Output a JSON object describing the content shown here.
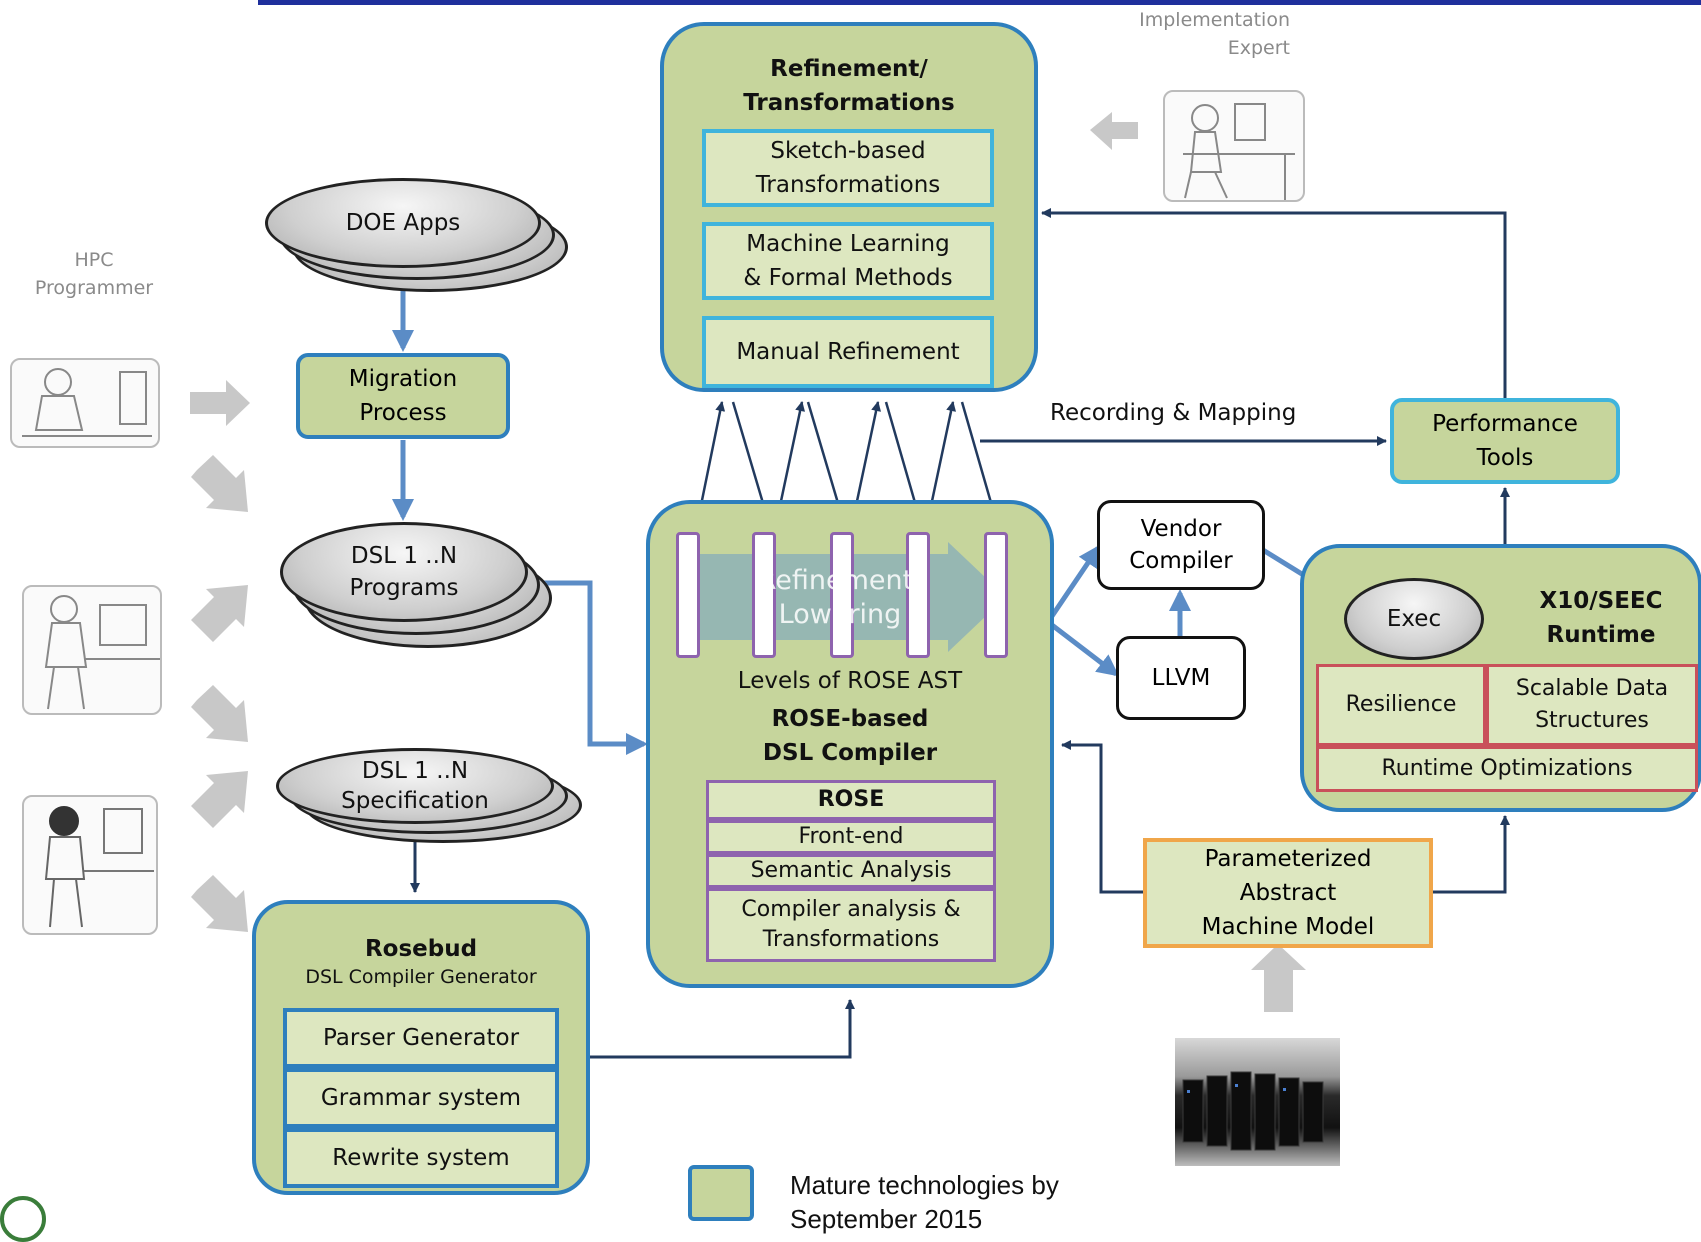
{
  "refinement_box": {
    "title": "Refinement/\nTransformations",
    "items": [
      "Sketch-based\nTransformations",
      "Machine Learning\n& Formal Methods",
      "Manual Refinement"
    ]
  },
  "implementation_expert": "Implementation\nExpert",
  "hpc_programmer": "HPC\nProgrammer",
  "doe_apps": "DOE Apps",
  "migration_process": "Migration\nProcess",
  "dsl_programs": "DSL 1 ..N\nPrograms",
  "dsl_specification": "DSL  1 ..N\nSpecification",
  "rosebud": {
    "title": "Rosebud",
    "subtitle": "DSL Compiler Generator",
    "items": [
      "Parser Generator",
      "Grammar system",
      "Rewrite system"
    ]
  },
  "rose_compiler": {
    "arrow_label": "Refinement/\nLowering",
    "levels_label": "Levels of ROSE AST",
    "title": "ROSE-based\nDSL Compiler",
    "rose_header": "ROSE",
    "items": [
      "Front-end",
      "Semantic Analysis",
      "Compiler analysis &\nTransformations"
    ]
  },
  "recording_mapping": "Recording & Mapping",
  "performance_tools": "Performance\nTools",
  "vendor_compiler": "Vendor\nCompiler",
  "llvm": "LLVM",
  "runtime": {
    "exec": "Exec",
    "title": "X10/SEEC\nRuntime",
    "resilience": "Resilience",
    "scalable": "Scalable Data\nStructures",
    "optimizations": "Runtime Optimizations"
  },
  "machine_model": "Parameterized\nAbstract\nMachine Model",
  "legend": "Mature technologies by\nSeptember 2015",
  "colors": {
    "mature_fill": "#c6d59c",
    "inner_fill": "#dde7c0",
    "blue_border": "#2e7fbd",
    "cyan_border": "#3fb4dc",
    "purple_border": "#8e63ae",
    "red_border": "#c9505a",
    "orange_border": "#f0a64a",
    "arrow_dark": "#223a5e",
    "arrow_blue": "#5b8cc6"
  }
}
